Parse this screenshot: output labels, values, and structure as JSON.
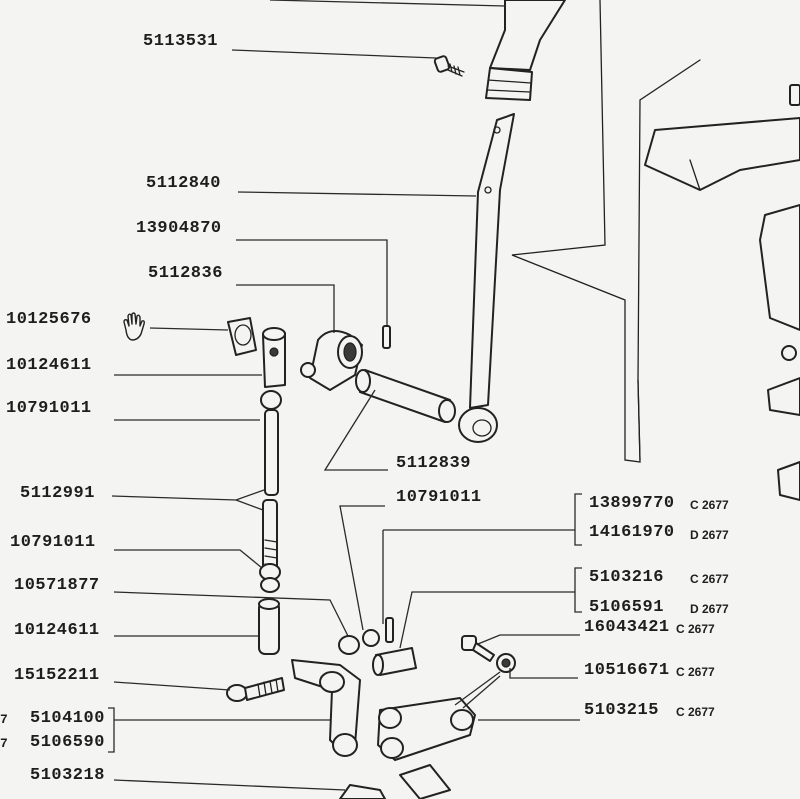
{
  "labels": {
    "p5113531": "5113531",
    "p5112840": "5112840",
    "p13904870": "13904870",
    "p5112836": "5112836",
    "p10125676": "10125676",
    "p10124611a": "10124611",
    "p10791011a": "10791011",
    "p5112991": "5112991",
    "p10791011b": "10791011",
    "p10571877": "10571877",
    "p10124611b": "10124611",
    "p15152211": "15152211",
    "p5104100": "5104100",
    "p5106590": "5106590",
    "p5103218": "5103218",
    "p5112839": "5112839",
    "p10791011c": "10791011",
    "p13899770": "13899770",
    "p14161970": "14161970",
    "p5103216": "5103216",
    "p5106591": "5106591",
    "p16043421": "16043421",
    "p10516671": "10516671",
    "p5103215": "5103215",
    "cut7a": "7",
    "cut7b": "7"
  },
  "codes": {
    "c13899770": "C 2677",
    "c14161970": "D 2677",
    "c5103216": "C 2677",
    "c5106591": "D 2677",
    "c16043421": "C 2677",
    "c10516671": "C 2677",
    "c5103215": "C 2677"
  },
  "icons": {
    "hand": "hand-icon"
  }
}
